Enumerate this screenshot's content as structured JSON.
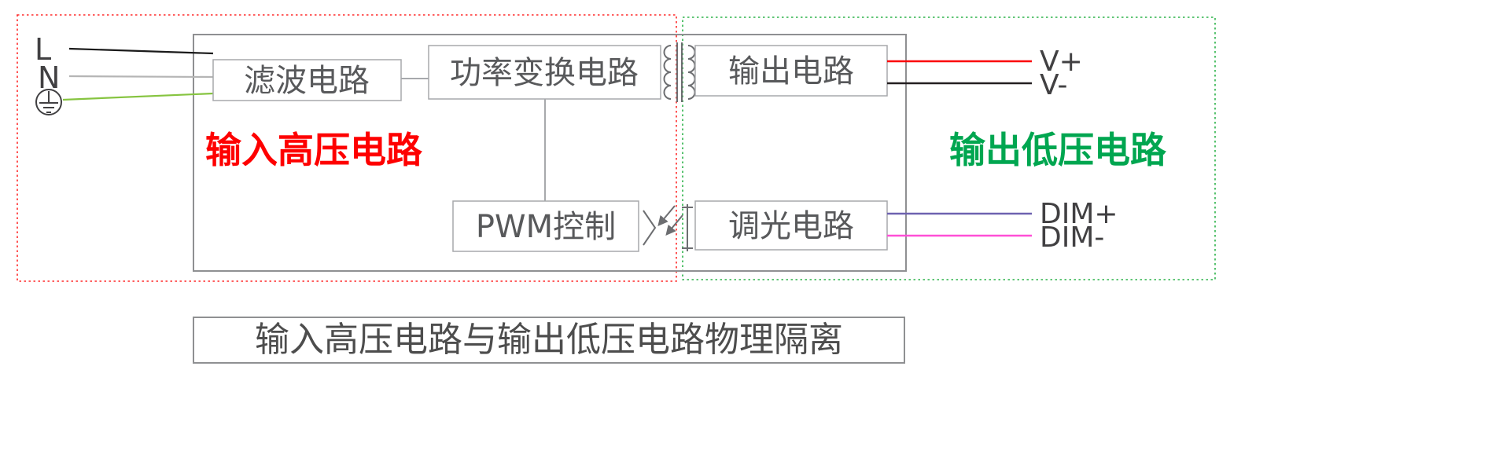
{
  "diagram": {
    "terminals": {
      "l_label": "L",
      "n_label": "N"
    },
    "blocks": {
      "filter_label": "滤波电路",
      "power_label": "功率变换电路",
      "pwm_label": "PWM控制",
      "output_label": "输出电路",
      "dimming_label": "调光电路"
    },
    "regions": {
      "input_high_label": "输入高压电路",
      "output_low_label": "输出低压电路"
    },
    "output_terminals": {
      "v_plus_label": "V+",
      "v_minus_label": "V-",
      "dim_plus_label": "DIM+",
      "dim_minus_label": "DIM-"
    },
    "caption": "输入高压电路与输出低压电路物理隔离",
    "icons": {
      "ground": "earth-ground",
      "transformer": "transformer-windings-with-core",
      "optocoupler": "optocoupler-isolation"
    },
    "colors": {
      "input_region_border": "#ff2a2a",
      "output_region_border": "#2db34a",
      "input_region_text": "#fe0000",
      "output_region_text": "#00a650",
      "wire_l": "#1a1a1a",
      "wire_n": "#b5b5b5",
      "wire_ground": "#86c440",
      "wire_v_plus": "#fb0007",
      "wire_v_minus": "#231f20",
      "wire_dim_plus": "#6e62b0",
      "wire_dim_minus": "#ff4fd6",
      "enclosure_border": "#8f9092",
      "block_border": "#a7a9ac",
      "block_text": "#58595b",
      "terminal_text": "#414042",
      "caption_text": "#4d4d4d"
    }
  }
}
